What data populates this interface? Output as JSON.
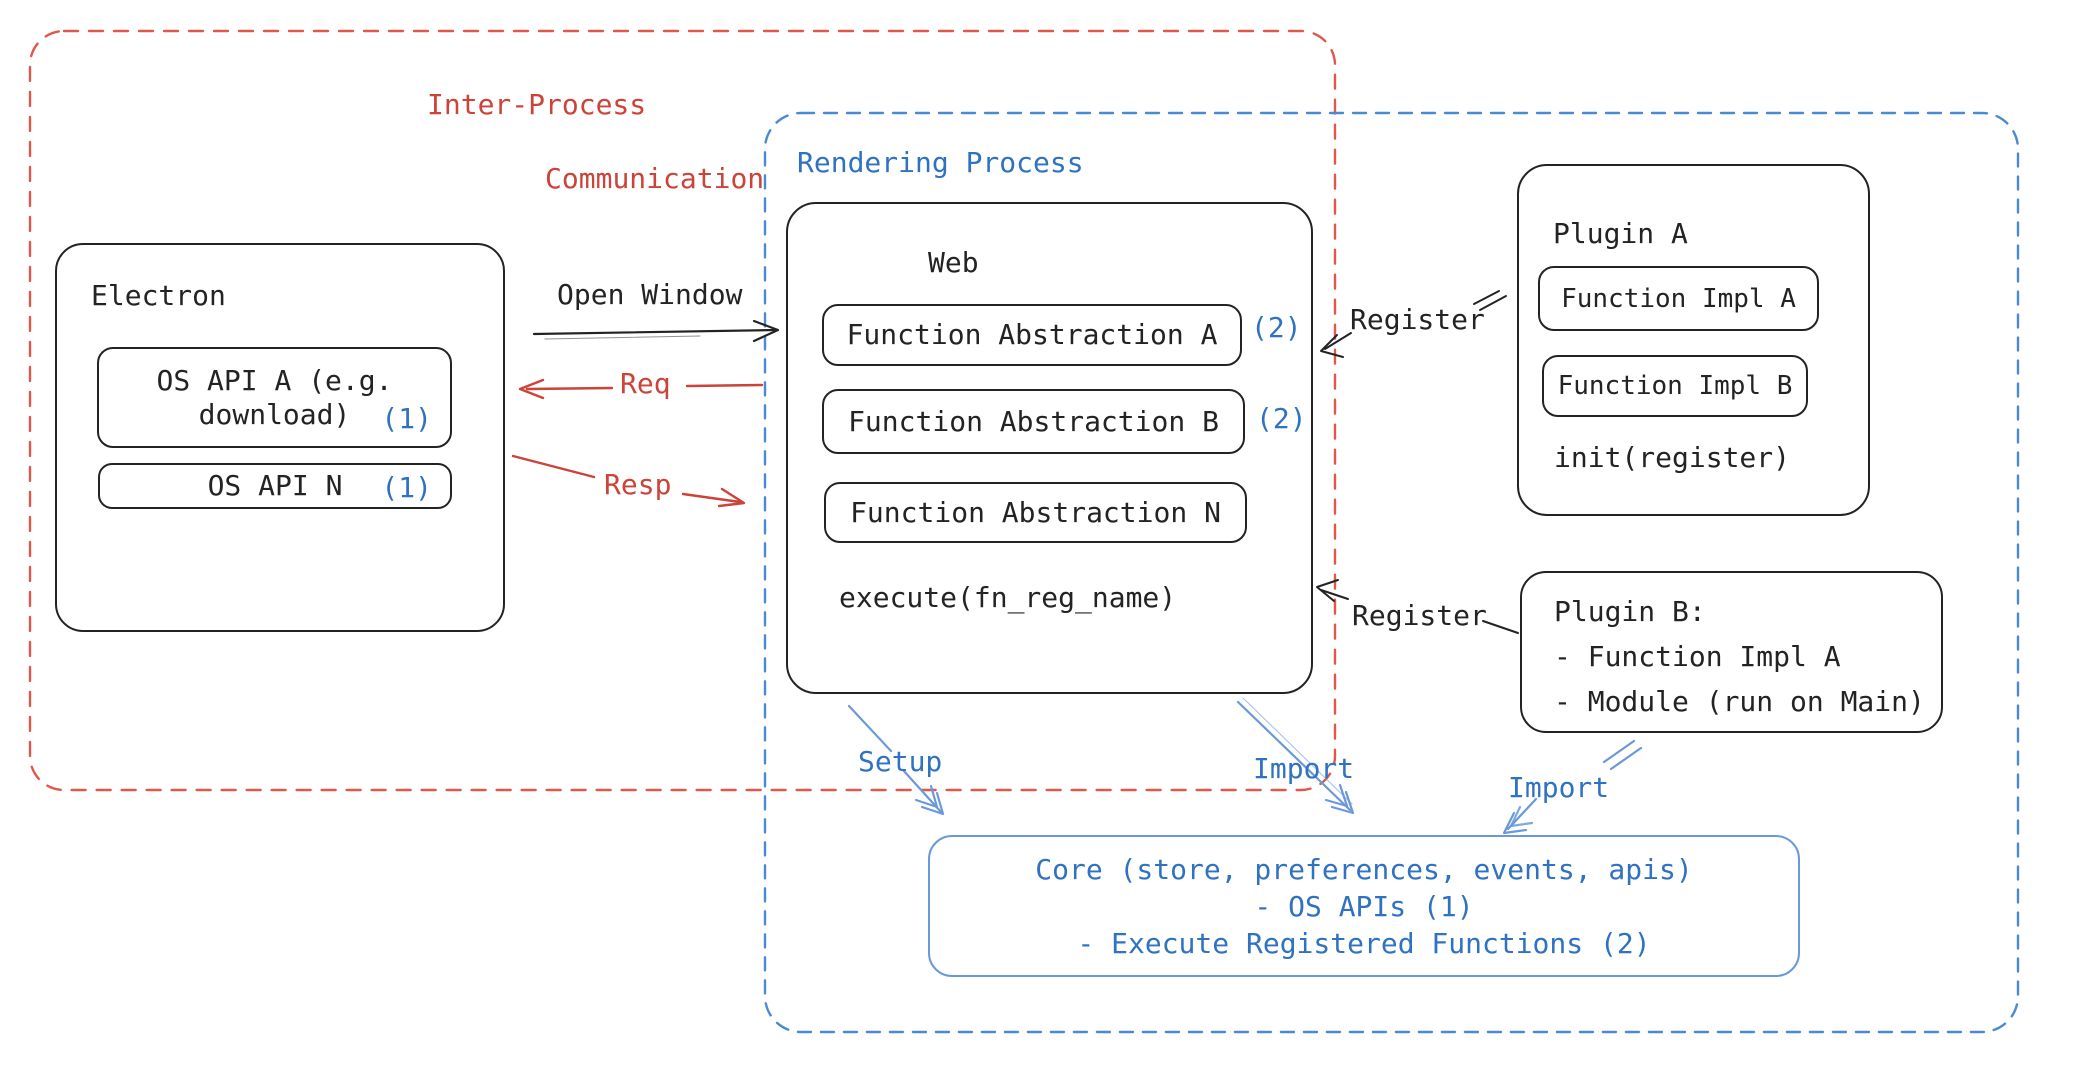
{
  "colors": {
    "ink": "#232323",
    "red_text": "#cb4339",
    "red_dash": "#e0584c",
    "blue_text": "#2f72c2",
    "blue_dash": "#4a8ad2",
    "blue_arrow": "#6b99d8"
  },
  "groups": {
    "ipc": {
      "label_line1": "Inter-Process",
      "label_line2": "Communication"
    },
    "rendering": {
      "label": "Rendering Process"
    }
  },
  "electron": {
    "title": "Electron",
    "os_api_a_line1": "OS API A (e.g.",
    "os_api_a_line2": "download)",
    "os_api_a_badge": "(1)",
    "os_api_n_label": "OS API N",
    "os_api_n_badge": "(1)"
  },
  "web": {
    "title": "Web",
    "fn_abstraction_a": "Function Abstraction A",
    "fn_abstraction_a_badge": "(2)",
    "fn_abstraction_b": "Function Abstraction B",
    "fn_abstraction_b_badge": "(2)",
    "fn_abstraction_n": "Function Abstraction N",
    "execute_note": "execute(fn_reg_name)"
  },
  "plugin_a": {
    "title": "Plugin A",
    "impl_a": "Function Impl A",
    "impl_b": "Function Impl B",
    "init_note": "init(register)"
  },
  "plugin_b": {
    "line1": "Plugin B:",
    "line2": "- Function Impl A",
    "line3": "- Module (run on Main)"
  },
  "core": {
    "line1": "Core (store, preferences, events, apis)",
    "line2": "- OS APIs (1)",
    "line3": "- Execute Registered Functions (2)"
  },
  "connectors": {
    "open_window": "Open Window",
    "req": "Req",
    "resp": "Resp",
    "register_top": "Register",
    "register_bottom": "Register",
    "setup": "Setup",
    "import_web": "Import",
    "import_plugin": "Import"
  }
}
